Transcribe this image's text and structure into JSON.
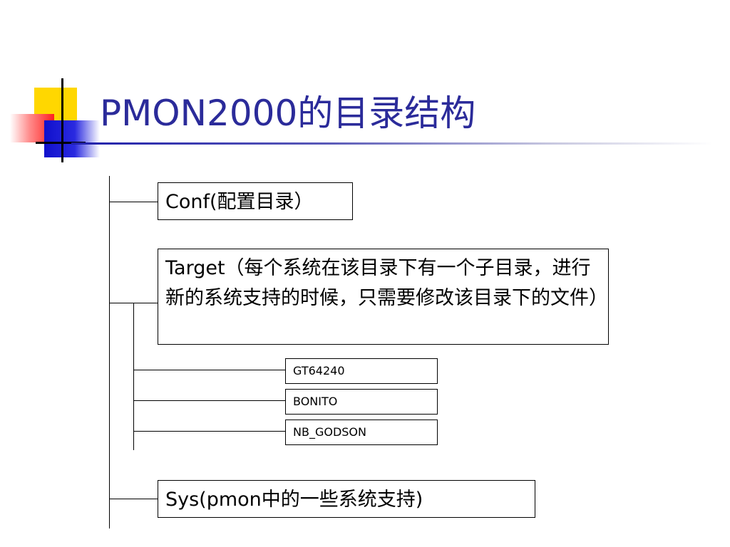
{
  "title": "PMON2000的目录结构",
  "tree": {
    "conf": "Conf(配置目录）",
    "target": "Target（每个系统在该目录下有一个子目录，进行新的系统支持的时候，只需要修改该目录下的文件）",
    "target_children": [
      "GT64240",
      "BONITO",
      "NB_GODSON"
    ],
    "sys": "Sys(pmon中的一些系统支持)"
  }
}
